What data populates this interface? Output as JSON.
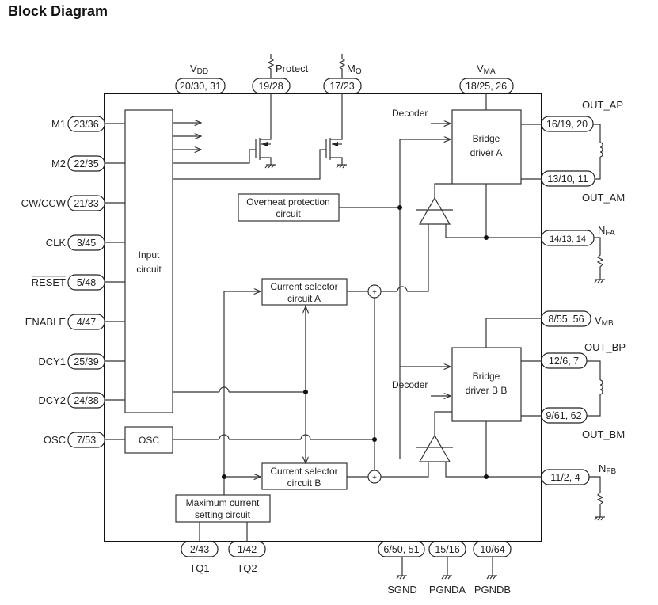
{
  "title": "Block Diagram",
  "top_pins": [
    {
      "id": "vdd",
      "label": "V",
      "sub": "DD",
      "pin": "20/30, 31"
    },
    {
      "id": "protect",
      "label": "Protect",
      "sub": "",
      "pin": "19/28"
    },
    {
      "id": "mo",
      "label": "M",
      "sub": "O",
      "pin": "17/23"
    },
    {
      "id": "vma",
      "label": "V",
      "sub": "MA",
      "pin": "18/25, 26"
    }
  ],
  "left_pins": [
    {
      "id": "m1",
      "label": "M1",
      "pin": "23/36"
    },
    {
      "id": "m2",
      "label": "M2",
      "pin": "22/35"
    },
    {
      "id": "cwccw",
      "label": "CW/CCW",
      "pin": "21/33"
    },
    {
      "id": "clk",
      "label": "CLK",
      "pin": "3/45"
    },
    {
      "id": "reset",
      "label": "RESET",
      "pin": "5/48",
      "overline": true
    },
    {
      "id": "enable",
      "label": "ENABLE",
      "pin": "4/47"
    },
    {
      "id": "dcy1",
      "label": "DCY1",
      "pin": "25/39"
    },
    {
      "id": "dcy2",
      "label": "DCY2",
      "pin": "24/38"
    },
    {
      "id": "osc",
      "label": "OSC",
      "pin": "7/53"
    }
  ],
  "right_pins": [
    {
      "id": "outap",
      "label": "OUT_AP",
      "pin": "16/19, 20"
    },
    {
      "id": "outam",
      "label": "OUT_AM",
      "pin": "13/10, 11"
    },
    {
      "id": "nfa",
      "label": "N",
      "sub": "FA",
      "pin": "14/13, 14"
    },
    {
      "id": "vmb",
      "label": "V",
      "sub": "MB",
      "pin": "8/55, 56"
    },
    {
      "id": "outbp",
      "label": "OUT_BP",
      "pin": "12/6, 7"
    },
    {
      "id": "outbm",
      "label": "OUT_BM",
      "pin": "9/61, 62"
    },
    {
      "id": "nfb",
      "label": "N",
      "sub": "FB",
      "pin": "11/2, 4"
    }
  ],
  "bottom_pins": [
    {
      "id": "tq1",
      "label": "TQ1",
      "pin": "2/43"
    },
    {
      "id": "tq2",
      "label": "TQ2",
      "pin": "1/42"
    },
    {
      "id": "sgnd",
      "label": "SGND",
      "pin": "6/50, 51"
    },
    {
      "id": "pgnda",
      "label": "PGNDA",
      "pin": "15/16"
    },
    {
      "id": "pgndb",
      "label": "PGNDB",
      "pin": "10/64"
    }
  ],
  "blocks": {
    "input_circuit": [
      "Input",
      "circuit"
    ],
    "osc": [
      "OSC"
    ],
    "overheat": [
      "Overheat protection",
      "circuit"
    ],
    "csel_a": [
      "Current selector",
      "circuit A"
    ],
    "csel_b": [
      "Current selector",
      "circuit B"
    ],
    "max_current": [
      "Maximum current",
      "setting circuit"
    ],
    "bridge_a": [
      "Bridge",
      "driver A"
    ],
    "bridge_b": [
      "Bridge",
      "driver B B"
    ]
  },
  "decoder_label": "Decoder",
  "adder_symbol": "+"
}
